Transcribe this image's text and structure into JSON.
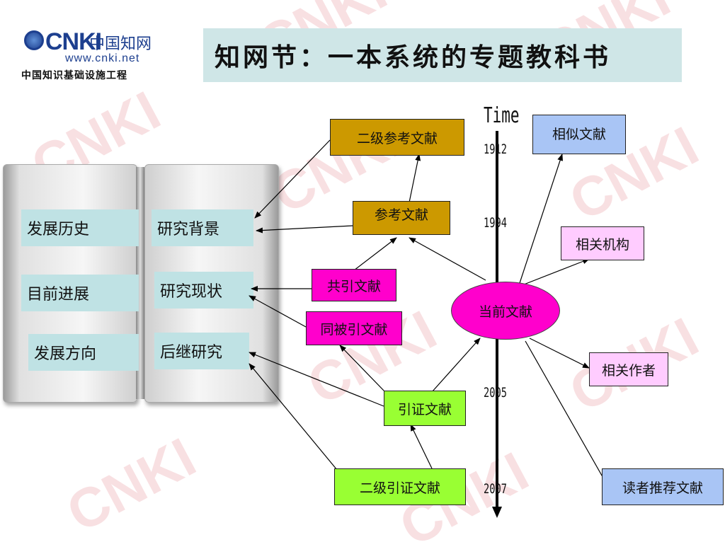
{
  "logo": {
    "mark": "CNKI",
    "cn": "中国知网",
    "url": "www.cnki.net",
    "subtitle": "中国知识基础设施工程"
  },
  "watermark": "CNKI",
  "title": "知网节：一本系统的专题教科书",
  "book": {
    "left_labels": [
      "发展历史",
      "目前进展",
      "发展方向"
    ],
    "right_labels": [
      "研究背景",
      "研究现状",
      "后继研究"
    ]
  },
  "timeline": {
    "label": "Time",
    "years": [
      "1912",
      "1994",
      "2005",
      "2007"
    ]
  },
  "nodes": {
    "secondary_reference": "二级参考文献",
    "reference": "参考文献",
    "cocited": "共引文献",
    "co_cited_by": "同被引文献",
    "citing": "引证文献",
    "secondary_citing": "二级引证文献",
    "current": "当前文献",
    "similar": "相似文献",
    "related_institution": "相关机构",
    "related_author": "相关作者",
    "reader_recommended": "读者推荐文献"
  },
  "colors": {
    "gold": "#cc9900",
    "pink": "#ff00cc",
    "lightpink": "#ffccff",
    "green": "#99ff33",
    "blue": "#a9c5f5",
    "title_bg": "#cfe6e7",
    "label_bg": "#bfe2e4"
  }
}
